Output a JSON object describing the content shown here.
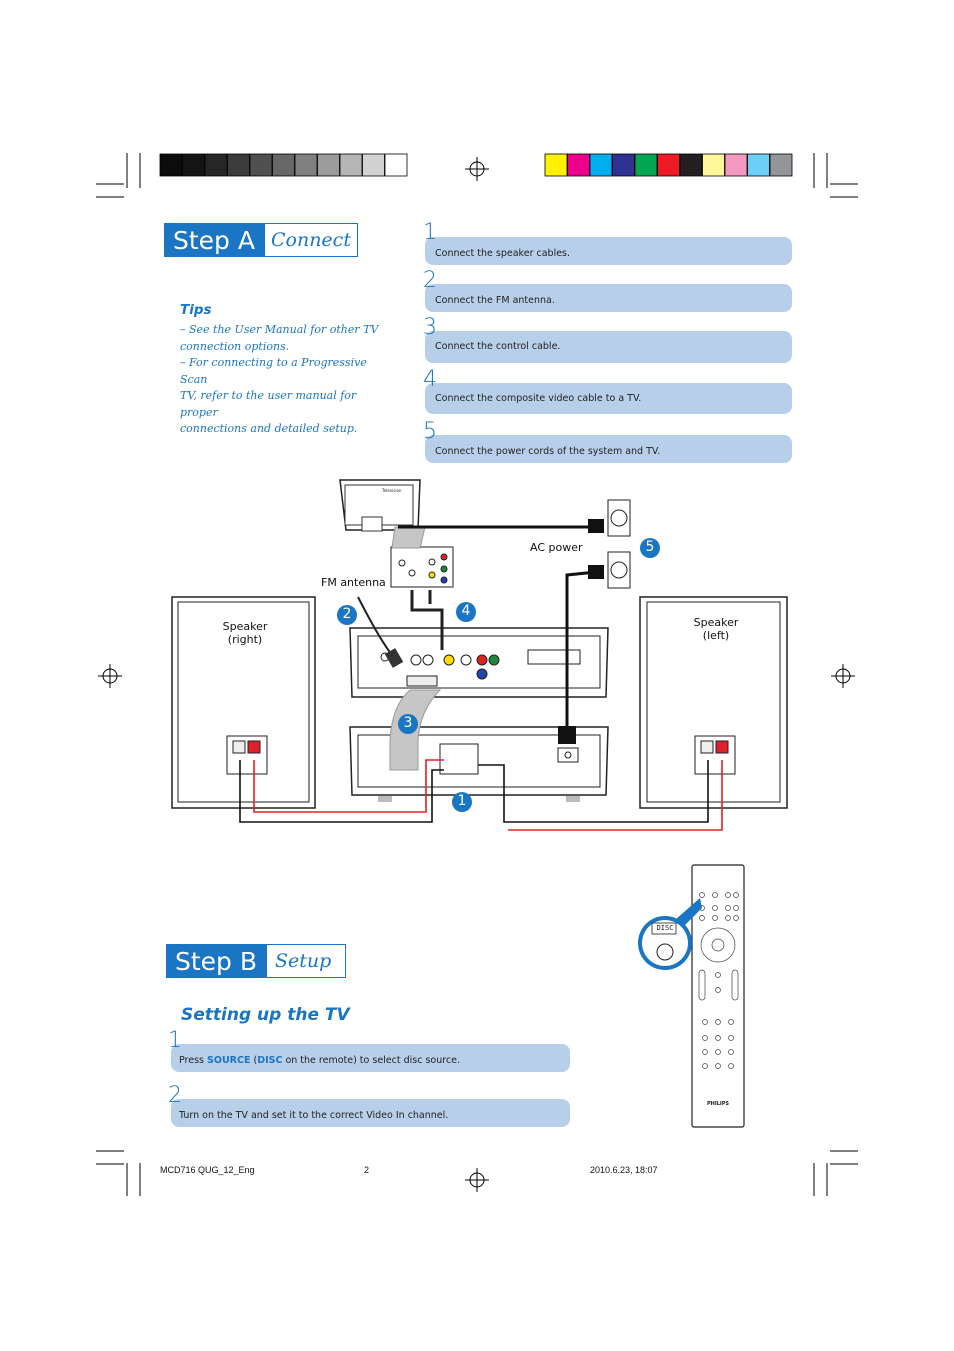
{
  "swatches_gray": [
    "#0c0c0c",
    "#141414",
    "#262626",
    "#3b3b3b",
    "#505050",
    "#676767",
    "#808080",
    "#9b9b9b",
    "#b5b5b5",
    "#d2d2d2",
    "#ffffff"
  ],
  "swatches_color": [
    "#fff200",
    "#ec008c",
    "#00aeef",
    "#2e3192",
    "#00a651",
    "#ed1c24",
    "#231f20",
    "#fff799",
    "#f49ac1",
    "#6dcff6",
    "#939598"
  ],
  "step_a": {
    "label": "Step A",
    "title": "Connect"
  },
  "tips": {
    "title": "Tips",
    "lines": [
      "–   See the User Manual for other TV",
      "connection options.",
      "–   For connecting to a Progressive Scan",
      "TV, refer to the user manual for proper",
      "connections and detailed setup."
    ]
  },
  "steps_a": [
    {
      "num": "1",
      "text": "Connect the speaker cables."
    },
    {
      "num": "2",
      "text": "Connect the FM antenna."
    },
    {
      "num": "3",
      "text": "Connect the control cable."
    },
    {
      "num": "4",
      "text": "Connect the composite video cable to a TV."
    },
    {
      "num": "5",
      "text": "Connect the power cords of the system and TV."
    }
  ],
  "diagram": {
    "ac_power": "AC power",
    "fm_antenna": "FM antenna",
    "speaker_right": [
      "Speaker",
      "(right)"
    ],
    "speaker_left": [
      "Speaker",
      "(left)"
    ],
    "callouts": [
      "1",
      "2",
      "3",
      "4",
      "5"
    ],
    "remote_button": "DISC",
    "remote_brand": "PHILIPS"
  },
  "step_b": {
    "label": "Step B",
    "title": "Setup"
  },
  "setting_title": "Setting up the TV",
  "steps_b": [
    {
      "num": "1",
      "pre": "Press ",
      "hl1": "SOURCE",
      "mid": " (",
      "hl2": "DISC",
      "post": " on the remote) to select disc source."
    },
    {
      "num": "2",
      "text": "Turn on the TV and set it to the correct Video In channel."
    }
  ],
  "footer": {
    "file": "MCD716 QUG_12_Eng",
    "page": "2",
    "date": "2010.6.23, 18:07"
  },
  "colors": {
    "accent": "#1a75c4",
    "bar": "#b8cfea",
    "red_cable": "#e0202a"
  }
}
